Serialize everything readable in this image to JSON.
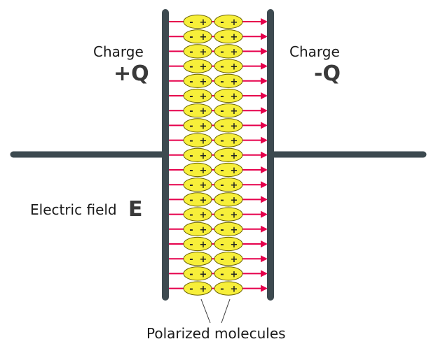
{
  "labels": {
    "left_charge_word": "Charge",
    "left_charge_symbol": "+Q",
    "right_charge_word": "Charge",
    "right_charge_symbol": "-Q",
    "field_text": "Electric field",
    "field_symbol": "E",
    "caption": "Polarized molecules"
  },
  "molecule": {
    "minus": "-",
    "plus": "+",
    "rows": 19,
    "columns": 2
  },
  "colors": {
    "plate": "#3d4a50",
    "wire": "#3d4a50",
    "field_arrow": "#e6004c",
    "molecule_fill": "#f7ef3a",
    "molecule_stroke": "#6b6300"
  }
}
